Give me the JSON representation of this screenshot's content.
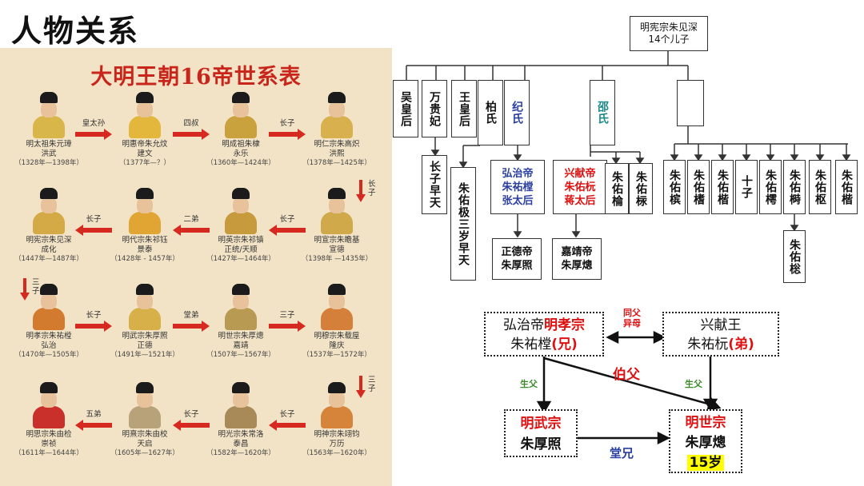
{
  "page_title": "人物关系",
  "poster": {
    "title": "大明王朝16帝世系表",
    "emperors": [
      {
        "name": "明太祖朱元璋",
        "era": "洪武",
        "years": "（1328年—1398年）",
        "robe": "#d9b64a"
      },
      {
        "name": "明惠帝朱允炆",
        "era": "建文",
        "years": "（1377年—？）",
        "robe": "#e3b73c"
      },
      {
        "name": "明成祖朱棣",
        "era": "永乐",
        "years": "（1360年—1424年）",
        "robe": "#c9a23d"
      },
      {
        "name": "明仁宗朱高炽",
        "era": "洪熙",
        "years": "（1378年—1425年）",
        "robe": "#d8b04e"
      },
      {
        "name": "明宪宗朱见深",
        "era": "成化",
        "years": "（1447年—1487年）",
        "robe": "#d4aa46"
      },
      {
        "name": "明代宗朱祁钰",
        "era": "景泰",
        "years": "（1428年 - 1457年）",
        "robe": "#e0a533"
      },
      {
        "name": "明英宗朱祁镇",
        "era": "正统/天顺",
        "years": "（1427年—1464年）",
        "robe": "#c89a3e"
      },
      {
        "name": "明宣宗朱瞻基",
        "era": "宣德",
        "years": "（1398年 —1435年）",
        "robe": "#cfa94a"
      },
      {
        "name": "明孝宗朱祐樘",
        "era": "弘治",
        "years": "（1470年—1505年）",
        "robe": "#d27a2e"
      },
      {
        "name": "明武宗朱厚照",
        "era": "正德",
        "years": "（1491年—1521年）",
        "robe": "#d8b04a"
      },
      {
        "name": "明世宗朱厚熜",
        "era": "嘉靖",
        "years": "（1507年—1567年）",
        "robe": "#b99a52"
      },
      {
        "name": "明穆宗朱载垕",
        "era": "隆庆",
        "years": "（1537年—1572年）",
        "robe": "#d4803a"
      },
      {
        "name": "明思宗朱由检",
        "era": "崇祯",
        "years": "（1611年—1644年）",
        "robe": "#c9302c"
      },
      {
        "name": "明熹宗朱由校",
        "era": "天启",
        "years": "（1605年—1627年）",
        "robe": "#b8a27a"
      },
      {
        "name": "明光宗朱常洛",
        "era": "泰昌",
        "years": "（1582年—1620年）",
        "robe": "#a88a58"
      },
      {
        "name": "明神宗朱翊钧",
        "era": "万历",
        "years": "（1563年—1620年）",
        "robe": "#d6843a"
      }
    ],
    "arrows": {
      "r1a": "皇太孙",
      "r1b": "四叔",
      "r1c": "长子",
      "d1": "长子",
      "r2a": "长子",
      "r2b": "二弟",
      "r2c": "长子",
      "d2": "三子",
      "r3a": "长子",
      "r3b": "堂弟",
      "r3c": "三子",
      "d3": "三子",
      "r4a": "五弟",
      "r4b": "长子",
      "r4c": "长子"
    }
  },
  "tree": {
    "root": {
      "line1": "明宪宗朱见深",
      "line2": "14个儿子"
    },
    "mothers": [
      "吴皇后",
      "万贵妃",
      "王皇后",
      "柏氏",
      "纪氏",
      "邵氏",
      ""
    ],
    "wan_child": "长子早天",
    "bai_child": "朱佑极三岁早天",
    "ji_child": {
      "line1": "弘治帝",
      "line2": "朱祐樘",
      "line3": "张太后"
    },
    "shao_child": {
      "line1": "兴献帝",
      "line2": "朱佑杬",
      "line3": "蒋太后"
    },
    "shao_sons": [
      "朱佑棆",
      "朱佑柡"
    ],
    "other_sons": [
      "朱佑槟",
      "朱佑榰",
      "朱佑楷",
      "十子",
      "朱佑樗",
      "朱佑榯",
      "朱佑枢",
      "朱佑楷"
    ],
    "grandson": "朱佑棇",
    "zhengde": {
      "line1": "正德帝",
      "line2": "朱厚照"
    },
    "jiajing": {
      "line1": "嘉靖帝",
      "line2": "朱厚熜"
    }
  },
  "relation": {
    "hongzhi": {
      "prefix": "弘治帝",
      "title": "明孝宗",
      "name": "朱祐樘",
      "tag": "(兄)"
    },
    "xingxian": {
      "prefix": "兴献王",
      "name": "朱祐杬",
      "tag": "(弟)"
    },
    "same_father": "同父异母",
    "father1": "生父",
    "father2": "生父",
    "uncle": "伯父",
    "wuzong": {
      "title": "明武宗",
      "name": "朱厚照"
    },
    "shizong": {
      "title": "明世宗",
      "name": "朱厚熜",
      "age": "15岁"
    },
    "cousin": "堂兄"
  },
  "colors": {
    "poster_bg": "#f2e3c6",
    "poster_red": "#c8261b",
    "ji_blue": "#2a3fa0",
    "shao_teal": "#1e8a8a",
    "hl_yellow": "#ffff00"
  }
}
